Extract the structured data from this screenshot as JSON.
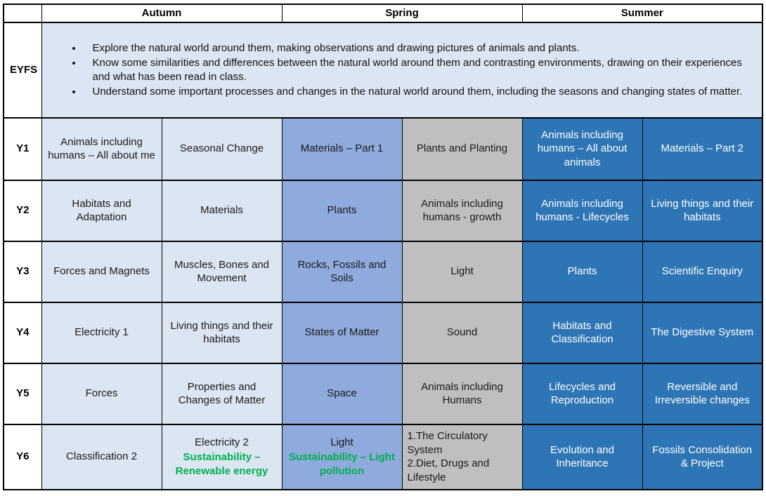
{
  "colors": {
    "light_blue": "#dce6f2",
    "medium_blue": "#8faadc",
    "gray": "#bfbfbf",
    "dark_blue": "#2e75b6",
    "green": "#00b050",
    "border": "#000000"
  },
  "table": {
    "terms": [
      {
        "label": "Autumn"
      },
      {
        "label": "Spring"
      },
      {
        "label": "Summer"
      }
    ],
    "eyfs": {
      "label": "EYFS",
      "bullets": [
        "Explore the natural world around them, making observations and drawing pictures of animals and plants.",
        "Know some similarities and differences between the natural world around them and contrasting environments, drawing on their experiences and what has been read in class.",
        "Understand some important processes and changes in the natural world around them, including the seasons and changing states of matter."
      ]
    },
    "years": [
      {
        "label": "Y1",
        "cells": [
          {
            "title": "Animals including humans – All about me"
          },
          {
            "title": "Seasonal Change"
          },
          {
            "title": "Materials – Part 1"
          },
          {
            "title": "Plants and Planting"
          },
          {
            "title": "Animals including humans – All about animals"
          },
          {
            "title": "Materials – Part 2"
          }
        ]
      },
      {
        "label": "Y2",
        "cells": [
          {
            "title": "Habitats and Adaptation"
          },
          {
            "title": "Materials"
          },
          {
            "title": "Plants"
          },
          {
            "title": "Animals including humans - growth"
          },
          {
            "title": "Animals including humans - Lifecycles"
          },
          {
            "title": "Living things and their habitats"
          }
        ]
      },
      {
        "label": "Y3",
        "cells": [
          {
            "title": "Forces and Magnets"
          },
          {
            "title": "Muscles, Bones and Movement"
          },
          {
            "title": "Rocks, Fossils and Soils"
          },
          {
            "title": "Light"
          },
          {
            "title": "Plants"
          },
          {
            "title": "Scientific Enquiry"
          }
        ]
      },
      {
        "label": "Y4",
        "cells": [
          {
            "title": "Electricity 1"
          },
          {
            "title": "Living things and their habitats"
          },
          {
            "title": "States of Matter"
          },
          {
            "title": "Sound"
          },
          {
            "title": "Habitats and Classification"
          },
          {
            "title": "The Digestive System"
          }
        ]
      },
      {
        "label": "Y5",
        "cells": [
          {
            "title": "Forces"
          },
          {
            "title": "Properties and Changes of Matter"
          },
          {
            "title": "Space"
          },
          {
            "title": "Animals including Humans"
          },
          {
            "title": "Lifecycles and Reproduction"
          },
          {
            "title": "Reversible and Irreversible changes"
          }
        ]
      },
      {
        "label": "Y6",
        "cells": [
          {
            "title": "Classification 2"
          },
          {
            "title": "Electricity 2",
            "sustainability": "Sustainability – Renewable energy"
          },
          {
            "title": "Light",
            "sustainability": "Sustainability – Light pollution"
          },
          {
            "lines": [
              "1.The Circulatory System",
              "2.Diet, Drugs and Lifestyle"
            ],
            "align": "left"
          },
          {
            "title": "Evolution and Inheritance"
          },
          {
            "title": "Fossils Consolidation & Project"
          }
        ]
      }
    ]
  }
}
